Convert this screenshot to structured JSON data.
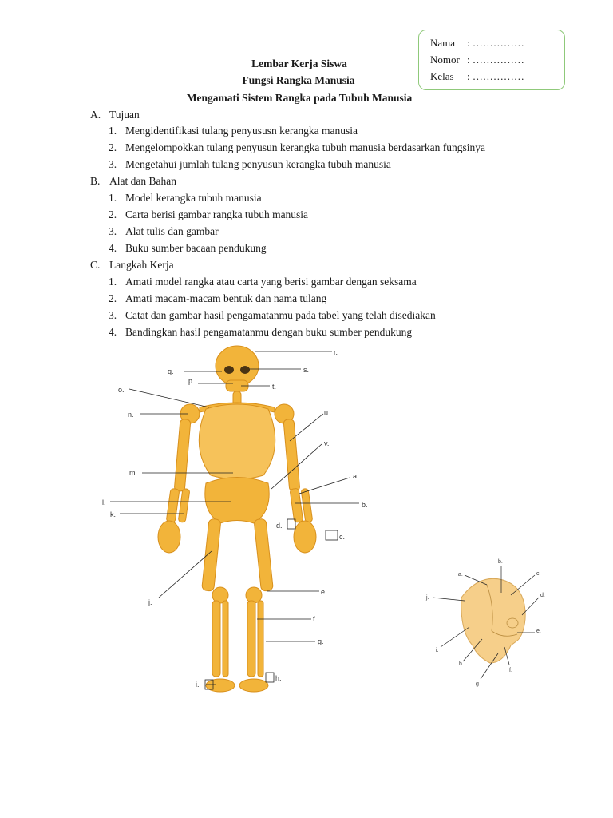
{
  "id_box": {
    "rows": [
      {
        "label": "Nama",
        "value": ": ……………"
      },
      {
        "label": "Nomor",
        "value": ": ……………"
      },
      {
        "label": "Kelas",
        "value": ": ……………"
      }
    ]
  },
  "header": {
    "title": "Lembar Kerja Siswa",
    "subtitle": "Fungsi Rangka Manusia",
    "topic": "Mengamati Sistem Rangka pada Tubuh Manusia"
  },
  "sections": [
    {
      "letter": "A.",
      "title": "Tujuan",
      "items": [
        "Mengidentifikasi tulang penyususn kerangka manusia",
        "Mengelompokkan tulang penyusun kerangka tubuh manusia berdasarkan fungsinya",
        "Mengetahui jumlah tulang penyusun kerangka tubuh manusia"
      ]
    },
    {
      "letter": "B.",
      "title": "Alat dan Bahan",
      "items": [
        "Model kerangka tubuh manusia",
        "Carta berisi gambar rangka tubuh manusia",
        "Alat tulis dan gambar",
        "Buku sumber bacaan pendukung"
      ]
    },
    {
      "letter": "C.",
      "title": "Langkah Kerja",
      "items": [
        "Amati model rangka atau carta yang berisi gambar dengan seksama",
        "Amati macam-macam bentuk dan nama tulang",
        "Catat dan gambar hasil pengamatanmu pada tabel yang telah disediakan",
        "Bandingkan hasil pengamatanmu dengan buku sumber pendukung"
      ]
    }
  ],
  "skeleton_labels": [
    "r.",
    "q.",
    "s.",
    "p.",
    "t.",
    "o.",
    "n.",
    "u.",
    "v.",
    "m.",
    "a.",
    "l.",
    "b.",
    "k.",
    "d.",
    "c.",
    "e.",
    "j.",
    "f.",
    "g.",
    "h.",
    "i."
  ],
  "skull_labels": [
    "b.",
    "a.",
    "c.",
    "j.",
    "d.",
    "e.",
    "i.",
    "h.",
    "f.",
    "g."
  ],
  "colors": {
    "bone": "#f2b43a",
    "bone_dark": "#d8901c",
    "box_border": "#8fc97a"
  }
}
